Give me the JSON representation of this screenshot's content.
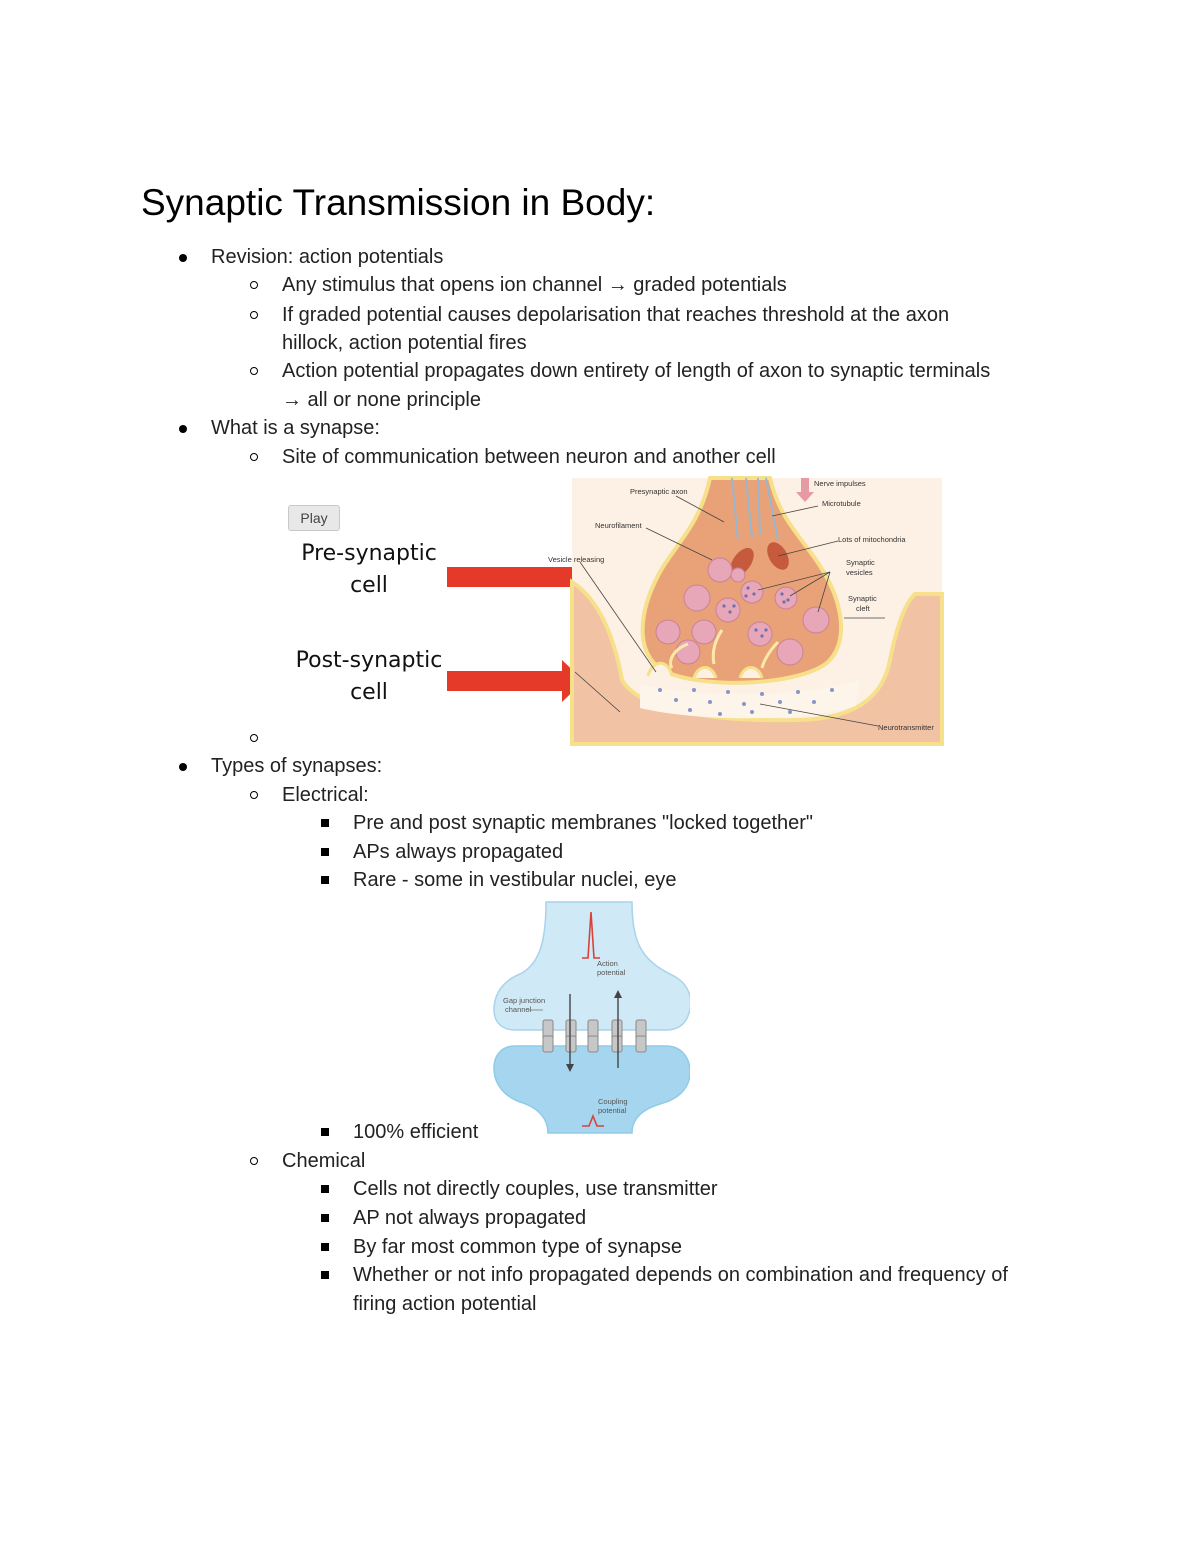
{
  "title": "Synaptic Transmission in Body:",
  "lines": {
    "l1": "Revision: action potentials",
    "l2": "Any stimulus that opens ion channel → graded potentials",
    "l3a": "If graded potential causes depolarisation that reaches threshold at the axon",
    "l3b": "hillock, action potential fires",
    "l4a": "Action potential propagates down entirety of length of axon to synaptic terminals",
    "l4b": "→ all or none principle",
    "l5": "What is a synapse:",
    "l6": "Site of communication between neuron and another cell",
    "l7": "Types of synapses:",
    "l8": "Electrical:",
    "l9": "Pre and post synaptic membranes \"locked together\"",
    "l10": "APs always propagated",
    "l11": "Rare - some in vestibular nuclei, eye",
    "l12": "100% efficient",
    "l13": "Chemical",
    "l14": "Cells not directly couples, use transmitter",
    "l15": "AP not always propagated",
    "l16": "By far most common type of synapse",
    "l17a": "Whether or not info propagated depends on combination and frequency of",
    "l17b": "firing action potential"
  },
  "figure1": {
    "play_label": "Play",
    "pre_line1": "Pre-synaptic",
    "pre_line2": "cell",
    "post_line1": "Post-synaptic",
    "post_line2": "cell",
    "labels": {
      "nerve_impulses": "Nerve impulses",
      "presynaptic_axon": "Presynaptic axon",
      "microtubule": "Microtubule",
      "neurofilament": "Neurofilament",
      "mitochondria": "Lots of mitochondria",
      "vesicle_releasing": "Vesicle releasing",
      "synaptic_vesicles_1": "Synaptic",
      "synaptic_vesicles_2": "vesicles",
      "synaptic_cleft_1": "Synaptic",
      "synaptic_cleft_2": "cleft",
      "neurotransmitter": "Neurotransmitter"
    },
    "colors": {
      "arrow": "#e53a2a",
      "tissue": "#f2c2a4",
      "terminal": "#e9a277",
      "vesicle": "#e7a7b8"
    }
  },
  "figure2": {
    "action_potential_1": "Action",
    "action_potential_2": "potential",
    "gap_junction_1": "Gap junction",
    "gap_junction_2": "channel",
    "coupling_potential_1": "Coupling",
    "coupling_potential_2": "potential",
    "colors": {
      "cell": "#bfe2f3",
      "cell_dark": "#8fcbe8",
      "spike": "#d9423a"
    }
  }
}
